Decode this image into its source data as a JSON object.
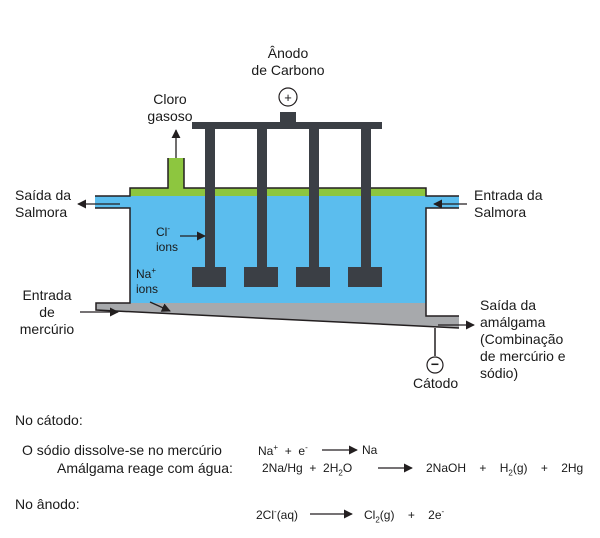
{
  "labels": {
    "anode": [
      "Ânodo",
      "de Carbono"
    ],
    "anode_sign": "+",
    "chlorine_gas": [
      "Cloro",
      "gasoso"
    ],
    "brine_out": [
      "Saída da",
      "Salmora"
    ],
    "brine_in": [
      "Entrada da",
      "Salmora"
    ],
    "cl_ion": [
      "Cl",
      "-",
      "ions"
    ],
    "na_ion": [
      "Na",
      "+",
      "ions"
    ],
    "mercury_in": [
      "Entrada",
      "de",
      "mercúrio"
    ],
    "amalgam_out": [
      "Saída da",
      "amálgama",
      "(Combinação",
      "de mercúrio e",
      "sódio)"
    ],
    "cathode": "Cátodo",
    "cathode_sign": "−"
  },
  "reactions": {
    "cathode_heading": "No cátodo:",
    "dissolve_text": "O sódio dissolve-se no mercúrio",
    "dissolve_eq": {
      "na": "Na",
      "na_charge": "+",
      "plus": "+",
      "e": "e",
      "e_charge": "-",
      "product": "Na"
    },
    "amalgam_text": "Amálgama reage com água:",
    "amalgam_eq": {
      "reactant1": "2Na/Hg",
      "plus1": "+",
      "water_a": "2H",
      "water_sub": "2",
      "water_b": "O",
      "product1": "2NaOH",
      "plus2": "+",
      "h_a": "H",
      "h_sub": "2",
      "h_b": "(g)",
      "plus3": "+",
      "product3": "2Hg"
    },
    "anode_heading": "No ânodo:",
    "anode_eq": {
      "cl_a": "2Cl",
      "cl_charge": "-",
      "cl_b": "(aq)",
      "prod_a": "Cl",
      "prod_sub": "2",
      "prod_b": "(g)",
      "plus": "+",
      "electrons": "2e",
      "e_charge": "-"
    }
  },
  "colors": {
    "brine": "#5bbdee",
    "chlorine_layer": "#8dc63f",
    "mercury": "#a7a9ac",
    "electrode": "#3b3f45",
    "outline": "#231f20"
  }
}
